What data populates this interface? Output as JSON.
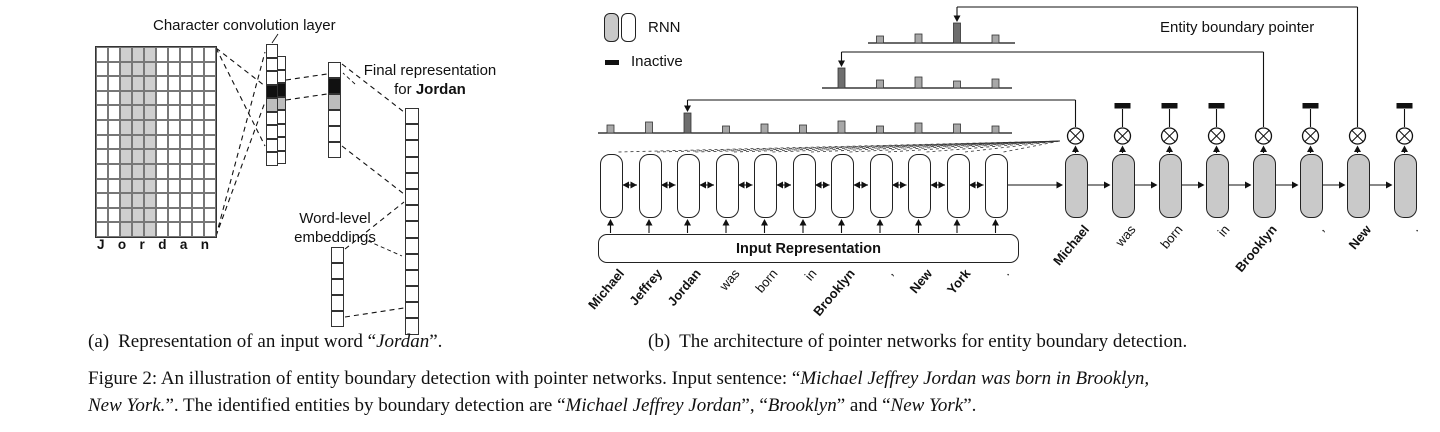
{
  "colors": {
    "rnn_gray": "#c9c9c9",
    "grid_shade": "#cfcfcf",
    "bar_fill": "#a8a8a8",
    "bar_argmax": "#6e6e6e",
    "cell_black": "#111111",
    "cell_gray": "#bdbdbd"
  },
  "panel_a": {
    "conv_layer_label": "Character convolution layer",
    "final_repr_line1": "Final representation",
    "final_repr_prefix": "for ",
    "final_repr_word": "Jordan",
    "word_embed_line1": "Word-level",
    "word_embed_line2": "embeddings",
    "letters": [
      "J",
      "o",
      "r",
      "d",
      "a",
      "n"
    ],
    "grid": {
      "cols": 10,
      "rows": 13,
      "shaded_cols": [
        2,
        3,
        4
      ]
    },
    "conv_column_back_cells": [
      "w",
      "w",
      "k",
      "g",
      "w",
      "w",
      "w",
      "w"
    ],
    "conv_column_cells": [
      "w",
      "w",
      "w",
      "k",
      "g",
      "w",
      "w",
      "w",
      "w"
    ],
    "char_repr_cells": [
      "w",
      "k",
      "g",
      "w",
      "w",
      "w"
    ],
    "final_column_cells": 14,
    "word_embed_cells": 5,
    "caption": {
      "tag": "(a)",
      "pre": "Representation of an input word “",
      "word": "Jordan",
      "post": "”."
    }
  },
  "panel_b": {
    "legend": {
      "rnn": "RNN",
      "inactive": "Inactive"
    },
    "pointer_label": "Entity boundary pointer",
    "input_box_label": "Input Representation",
    "input_words": [
      {
        "text": "Michael",
        "bold": true
      },
      {
        "text": "Jeffrey",
        "bold": true
      },
      {
        "text": "Jordan",
        "bold": true
      },
      {
        "text": "was",
        "bold": false
      },
      {
        "text": "born",
        "bold": false
      },
      {
        "text": "in",
        "bold": false
      },
      {
        "text": "Brooklyn",
        "bold": true
      },
      {
        "text": ",",
        "bold": false
      },
      {
        "text": "New",
        "bold": true
      },
      {
        "text": "York",
        "bold": true
      },
      {
        "text": ".",
        "bold": false
      }
    ],
    "decoder_steps": [
      {
        "text": "Michael",
        "bold": true,
        "inactive": false,
        "dist": 2
      },
      {
        "text": "was",
        "bold": false,
        "inactive": true
      },
      {
        "text": "born",
        "bold": false,
        "inactive": true
      },
      {
        "text": "in",
        "bold": false,
        "inactive": true
      },
      {
        "text": "Brooklyn",
        "bold": true,
        "inactive": false,
        "dist": 1
      },
      {
        "text": ",",
        "bold": false,
        "inactive": true
      },
      {
        "text": "New",
        "bold": true,
        "inactive": false,
        "dist": 0
      },
      {
        "text": ".",
        "bold": false,
        "inactive": true
      }
    ],
    "distributions": [
      {
        "row": "top",
        "source": "New",
        "target": "York",
        "bar_positions": [
          7,
          8,
          9,
          10
        ],
        "heights": [
          7,
          9,
          20,
          8
        ],
        "argmax_pos": 9
      },
      {
        "row": "middle",
        "source": "Brooklyn",
        "target": "Brooklyn",
        "bar_positions": [
          6,
          7,
          8,
          9,
          10
        ],
        "heights": [
          20,
          8,
          11,
          7,
          9
        ],
        "argmax_pos": 6
      },
      {
        "row": "bottom",
        "source": "Michael",
        "target": "Jordan",
        "bar_positions": [
          0,
          1,
          2,
          3,
          4,
          5,
          6,
          7,
          8,
          9,
          10
        ],
        "heights": [
          8,
          11,
          20,
          7,
          9,
          8,
          12,
          7,
          10,
          9,
          7
        ],
        "argmax_pos": 2
      }
    ],
    "caption": {
      "tag": "(b)",
      "text": "The architecture of pointer networks for entity boundary detection."
    }
  },
  "figure_caption": {
    "line1": [
      {
        "text": "Figure 2: An illustration of entity boundary detection with pointer networks. Input sentence: “",
        "italic": false
      },
      {
        "text": "Michael Jeffrey Jordan was born in Brooklyn,",
        "italic": true
      }
    ],
    "line2": [
      {
        "text": "New York.",
        "italic": true
      },
      {
        "text": "”. The identified entities by boundary detection are “",
        "italic": false
      },
      {
        "text": "Michael Jeffrey Jordan",
        "italic": true
      },
      {
        "text": "”, “",
        "italic": false
      },
      {
        "text": "Brooklyn",
        "italic": true
      },
      {
        "text": "” and “",
        "italic": false
      },
      {
        "text": "New York",
        "italic": true
      },
      {
        "text": "”.",
        "italic": false
      }
    ]
  }
}
